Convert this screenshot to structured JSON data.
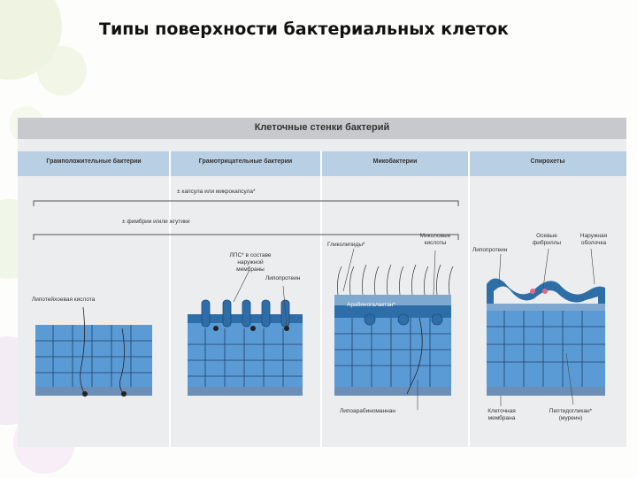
{
  "slide": {
    "title": "Типы поверхности бактериальных клеток"
  },
  "figure": {
    "header": "Клеточные стенки бактерий",
    "columns": [
      "Грамположительные бактерии",
      "Грамотрицательные бактерии",
      "Микобактерии",
      "Спирохеты"
    ],
    "capsule_label": "± капсула или микрокапсула*",
    "fimbriae_label": "± фимбрии и/или жгутики",
    "labels": {
      "lipoteichoic": "Липотейхоевая кислота",
      "lps": [
        "ЛПС* в составе",
        "наружной",
        "мембраны"
      ],
      "lipoprotein": "Липопротеин",
      "glycolipids": "Гликолипиды*",
      "mycolic": [
        "Миколовые",
        "кислоты"
      ],
      "arabinogalactan": "Арабиногалактан*",
      "lipoarabinomannan": "Липоарабиноманнан",
      "lipoprotein2": "Липопротеин",
      "axial": [
        "Осевые",
        "фибриллы"
      ],
      "outer_sheath": [
        "Наружная",
        "оболочка"
      ],
      "cell_membrane": [
        "Клеточная",
        "мембрана"
      ],
      "peptidoglycan": [
        "Пептидогликан*",
        "(муреин)"
      ]
    }
  },
  "colors": {
    "wall_blue": "#5b9bd5",
    "dark_blue": "#2e6ea8",
    "membrane": "#6b8fb8",
    "header": "#c7c9cc"
  }
}
